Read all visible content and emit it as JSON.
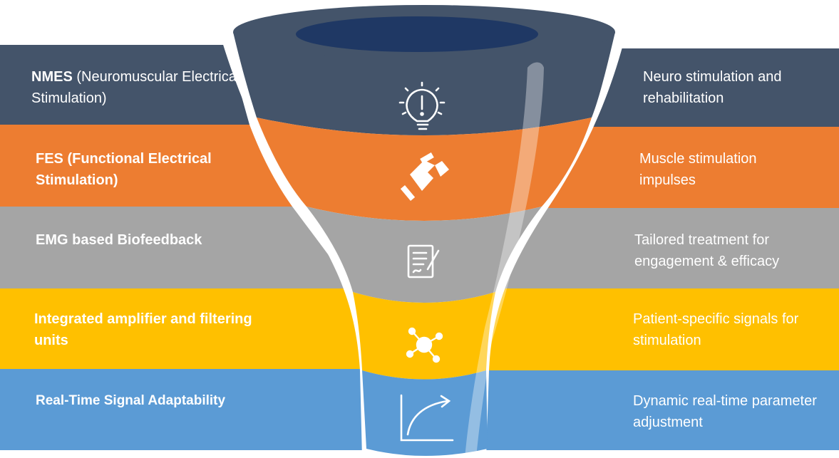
{
  "colors": {
    "navy": "#44546A",
    "orange": "#ED7D31",
    "gray": "#A5A5A5",
    "gold": "#FFC000",
    "blue": "#5B9BD5",
    "funnel_top_inner": "#1F3864"
  },
  "rows": [
    {
      "left_bold": "NMES",
      "left_rest": " (Neuromuscular Electrical Stimulation)",
      "right": "Neuro stimulation and rehabilitation",
      "icon": "lightbulb-icon",
      "color": "navy"
    },
    {
      "left_bold": "FES (Functional Electrical Stimulation)",
      "left_rest": "",
      "right": "Muscle stimulation impulses",
      "icon": "handshake-icon",
      "color": "orange"
    },
    {
      "left_bold": "EMG based Biofeedback",
      "left_rest": "",
      "right": "Tailored treatment for engagement & efficacy",
      "icon": "document-signature-icon",
      "color": "gray"
    },
    {
      "left_bold": "Integrated amplifier and filtering units",
      "left_rest": "",
      "right": "Patient-specific signals for stimulation",
      "icon": "network-hub-icon",
      "color": "gold"
    },
    {
      "left_bold": "Real-Time Signal Adaptability",
      "left_rest": "",
      "right": "Dynamic real-time parameter adjustment",
      "icon": "growth-curve-icon",
      "color": "blue"
    }
  ]
}
